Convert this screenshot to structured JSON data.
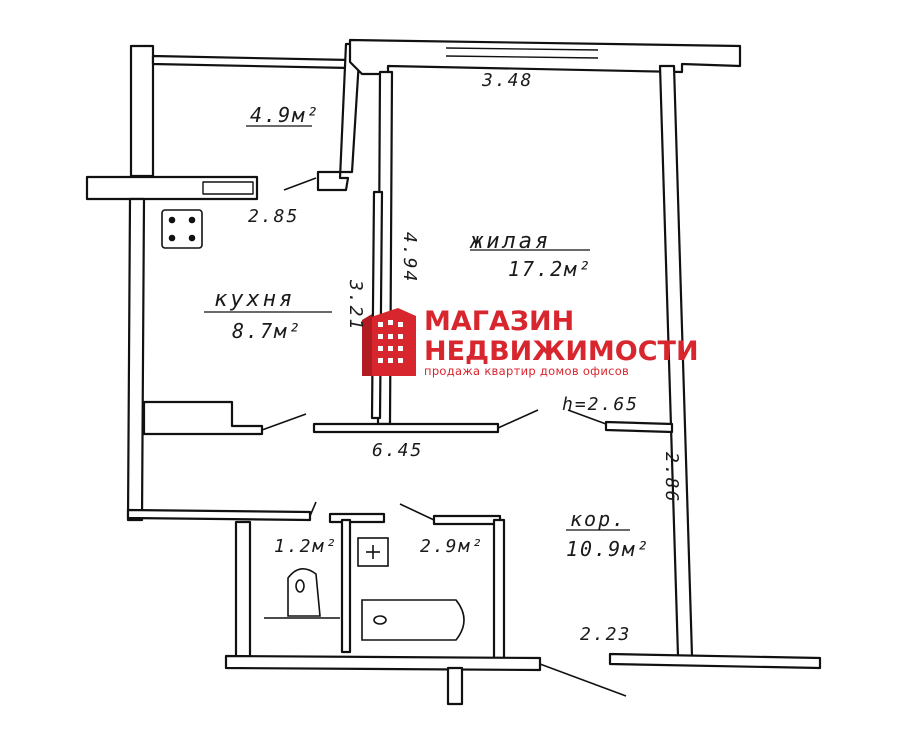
{
  "plan": {
    "rooms": {
      "balcony_area": "4.9м²",
      "living_name": "жилая",
      "living_area": "17.2м²",
      "kitchen_name": "кухня",
      "kitchen_area": "8.7м²",
      "toilet_area": "1.2м²",
      "bath_area": "2.9м²",
      "corridor_name": "кор.",
      "corridor_area": "10.9м²"
    },
    "dimensions": {
      "top_width": "3.48",
      "balcony_depth": "2.85",
      "living_length": "4.94",
      "kitchen_length": "3.21",
      "mid_width": "6.45",
      "ceiling_height": "h=2.65",
      "corridor_length": "2.86",
      "bottom_width": "2.23"
    }
  },
  "watermark": {
    "line1": "МАГАЗИН",
    "line2": "НЕДВИЖИМОСТИ",
    "tagline": "продажа квартир домов офисов",
    "color": "#d8262e"
  }
}
